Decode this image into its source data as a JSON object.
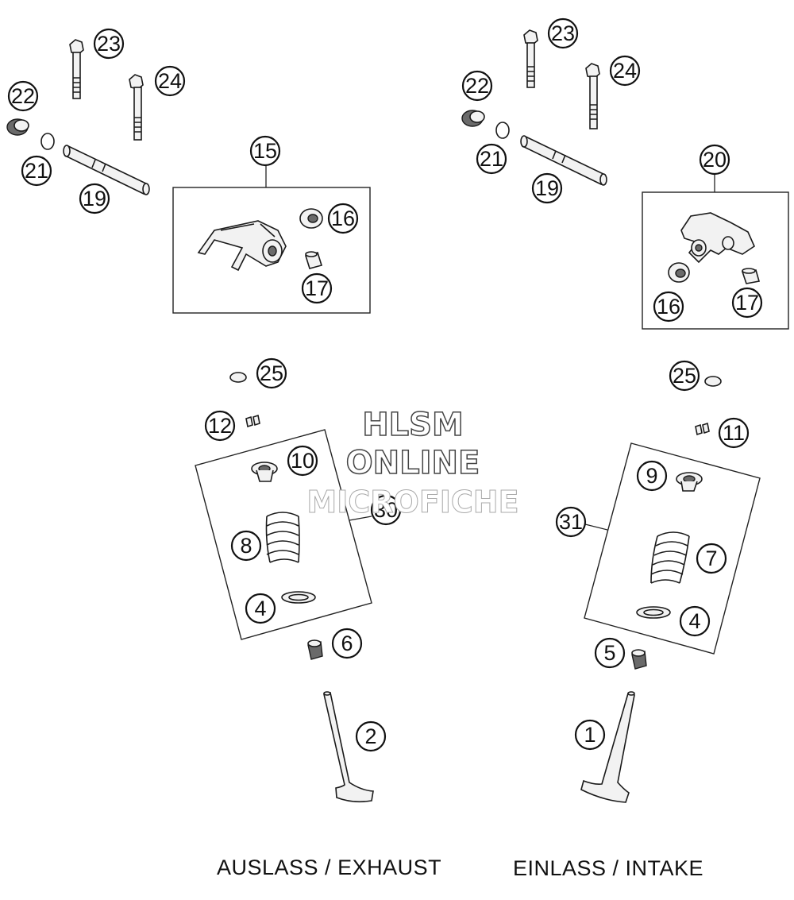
{
  "watermark": {
    "line1": "HLSM",
    "line2": "ONLINE",
    "line3": "MICROFICHE"
  },
  "labels": {
    "exhaust": "AUSLASS / EXHAUST",
    "intake": "EINLASS / INTAKE"
  },
  "callouts": {
    "c1": "1",
    "c2": "2",
    "c4a": "4",
    "c4b": "4",
    "c5": "5",
    "c6": "6",
    "c7": "7",
    "c8": "8",
    "c9": "9",
    "c10": "10",
    "c11": "11",
    "c12": "12",
    "c15": "15",
    "c16a": "16",
    "c16b": "16",
    "c17a": "17",
    "c17b": "17",
    "c19a": "19",
    "c19b": "19",
    "c20": "20",
    "c21a": "21",
    "c21b": "21",
    "c22a": "22",
    "c22b": "22",
    "c23a": "23",
    "c23b": "23",
    "c24a": "24",
    "c24b": "24",
    "c25a": "25",
    "c25b": "25",
    "c30": "30",
    "c31": "31"
  }
}
